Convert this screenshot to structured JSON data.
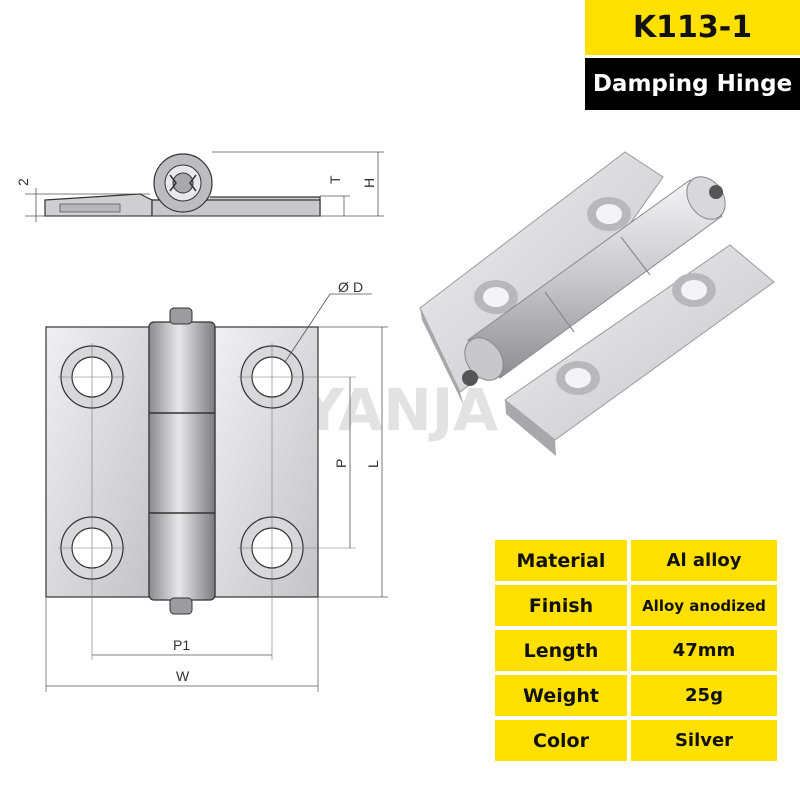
{
  "header": {
    "product_code": "K113-1",
    "product_name": "Damping Hinge"
  },
  "watermark": "YANJA",
  "dimension_labels": {
    "thickness": "2",
    "t": "T",
    "h": "H",
    "d": "D",
    "diameter_symbol": "Ø",
    "p": "P",
    "l": "L",
    "p1": "P1",
    "w": "W"
  },
  "specs": [
    {
      "key": "Material",
      "value": "Al  alloy"
    },
    {
      "key": "Finish",
      "value": "Alloy anodized"
    },
    {
      "key": "Length",
      "value": "47mm"
    },
    {
      "key": "Weight",
      "value": "25g"
    },
    {
      "key": "Color",
      "value": "Silver"
    }
  ],
  "colors": {
    "accent": "#ffe000",
    "dark": "#000000",
    "metal": "#bcbcc0"
  }
}
